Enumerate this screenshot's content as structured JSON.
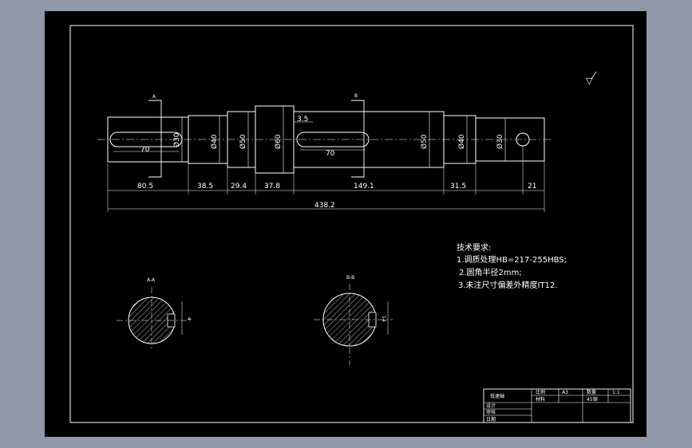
{
  "colors": {
    "background": "#8f98a8",
    "sheet": "#000000",
    "line": "#ffffff"
  },
  "drawing": {
    "section_marks": {
      "a": "A",
      "b": "B"
    },
    "surface_symbol": "▽",
    "diameters": {
      "d1": "Ø30",
      "d2": "Ø40",
      "d3": "Ø50",
      "d4": "Ø60",
      "d5": "Ø50",
      "d6": "Ø40",
      "d7": "Ø30"
    },
    "keyways": {
      "left_length": "70",
      "right_length": "70"
    },
    "dims": {
      "shoulder": "3.5",
      "seg1": "80.5",
      "seg2": "38.5",
      "seg3": "29.4",
      "seg4": "37.8",
      "seg5": "149.1",
      "seg6": "31.5",
      "seg7": "21",
      "total": "438.2"
    },
    "sections": {
      "a_label": "A-A",
      "b_label": "B-B",
      "a_depth": "4",
      "b_depth": "14"
    }
  },
  "notes": {
    "title": "技术要求:",
    "items": [
      "1.调质处理HB=217-255HBS;",
      "2.圆角半径2mm;",
      "3.未注尺寸偏差外精度IT12."
    ]
  },
  "title_block": {
    "part_name": "低速轴",
    "cell_a": "比例",
    "cell_b": "A3",
    "cell_c": "数量",
    "cell_d": "1:1",
    "row2_a": "材料",
    "row2_b": "45钢",
    "rows": [
      "设计",
      "审核",
      "日期"
    ]
  }
}
